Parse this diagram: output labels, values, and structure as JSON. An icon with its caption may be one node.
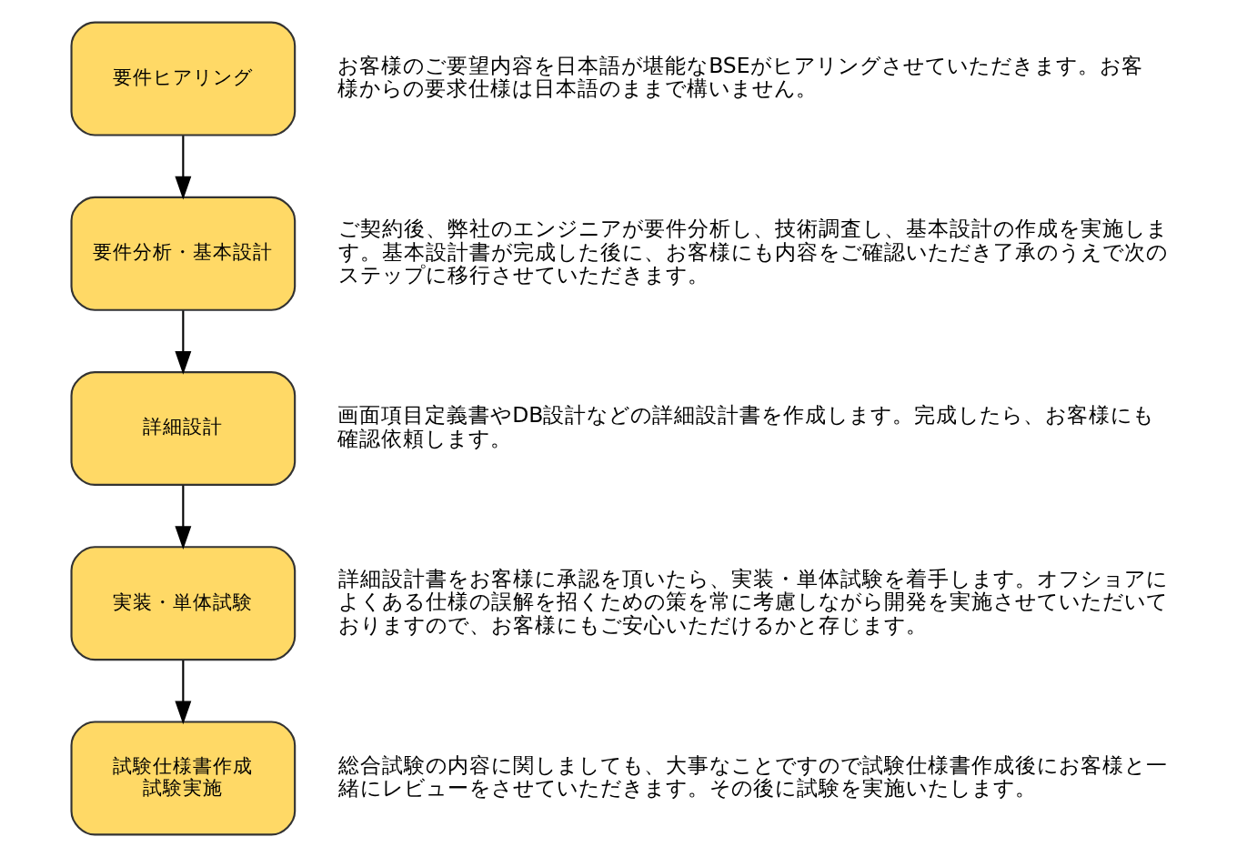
{
  "diagram": {
    "nodes": [
      {
        "text": [
          "要件ヒアリング"
        ],
        "beside": [
          "お客様のご要望内容を日本語が堪能なBSEがヒアリングさせていただきます。お客様からの要求仕様は日本語のままで構いません。"
        ]
      },
      {
        "text": [
          "要件分析・基本設計"
        ],
        "beside": [
          "ご契約後、弊社のエンジニアが要件分析し、技術調査し、基本設計の作成を実施します。基本設計書が完成した後に、お客様にも内容をご確認いただき了承のうえで次のステップに移行させていただきます。"
        ]
      },
      {
        "text": [
          "詳細設計"
        ],
        "beside": [
          "画面項目定義書やDB設計などの詳細設計書を作成します。完成したら、お客様にも確認依頼します。"
        ]
      },
      {
        "text": [
          "実装・単体試験"
        ],
        "beside": [
          "詳細設計書をお客様に承認を頂いたら、実装・単体試験を着手します。オフショアによくある仕様の誤解を招くための策を常に考慮しながら開発を実施させていただいておりますので、お客様にもご安心いただけるかと存じます。"
        ]
      },
      {
        "text": [
          "試験仕様書作成",
          "試験実施"
        ],
        "beside": [
          "総合試験の内容に関しましても、大事なことですので試験仕様書作成後にお客様と一緒にレビューをさせていただきます。その後に試験を実施いたします。"
        ]
      }
    ],
    "edges": [
      {
        "from": 0,
        "to": 1,
        "arrow": "to"
      },
      {
        "from": 1,
        "to": 2,
        "arrow": "to"
      },
      {
        "from": 2,
        "to": 3,
        "arrow": "to"
      },
      {
        "from": 3,
        "to": 4,
        "arrow": "to"
      }
    ]
  }
}
